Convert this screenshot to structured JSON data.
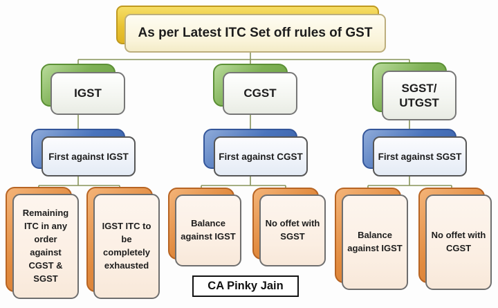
{
  "title": "As per Latest ITC Set off rules of GST",
  "author_badge": "CA Pinky Jain",
  "branches": [
    {
      "label": "IGST",
      "rule": "First against IGST",
      "leaves": [
        "Remaining ITC in any order against CGST & SGST",
        "IGST ITC to be completely exhausted"
      ]
    },
    {
      "label": "CGST",
      "rule": "First against CGST",
      "leaves": [
        "Balance against IGST",
        "No offet with SGST"
      ]
    },
    {
      "label": "SGST/ UTGST",
      "rule": "First against SGST",
      "leaves": [
        "Balance against IGST",
        "No offet with CGST"
      ]
    }
  ],
  "colors": {
    "title_shadow": "#e8c233",
    "branch_shadow": "#7fb156",
    "rule_shadow": "#4a74bc",
    "leaf_shadow": "#e18a3e",
    "connector": "#87935a"
  }
}
